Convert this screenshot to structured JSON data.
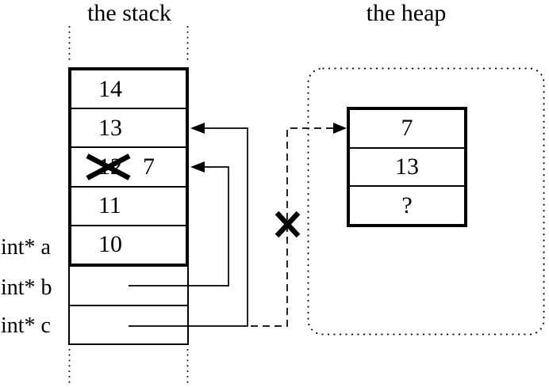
{
  "diagram": {
    "stack": {
      "title": "the stack",
      "cells": [
        {
          "value": "14"
        },
        {
          "value": "13"
        },
        {
          "old_value": "12",
          "new_value": "7",
          "crossed_out": true
        },
        {
          "value": "11"
        },
        {
          "value": "10"
        }
      ]
    },
    "pointers": [
      {
        "label": "int* a"
      },
      {
        "label": "int* b"
      },
      {
        "label": "int* c"
      }
    ],
    "heap": {
      "title": "the heap",
      "cells": [
        {
          "value": "7"
        },
        {
          "value": "13"
        },
        {
          "value": "?"
        }
      ]
    },
    "icons": {
      "cross_out": "x-mark",
      "invalid_pointer": "x-mark"
    },
    "colors": {
      "foreground": "#000000",
      "background": "#ffffff"
    }
  }
}
